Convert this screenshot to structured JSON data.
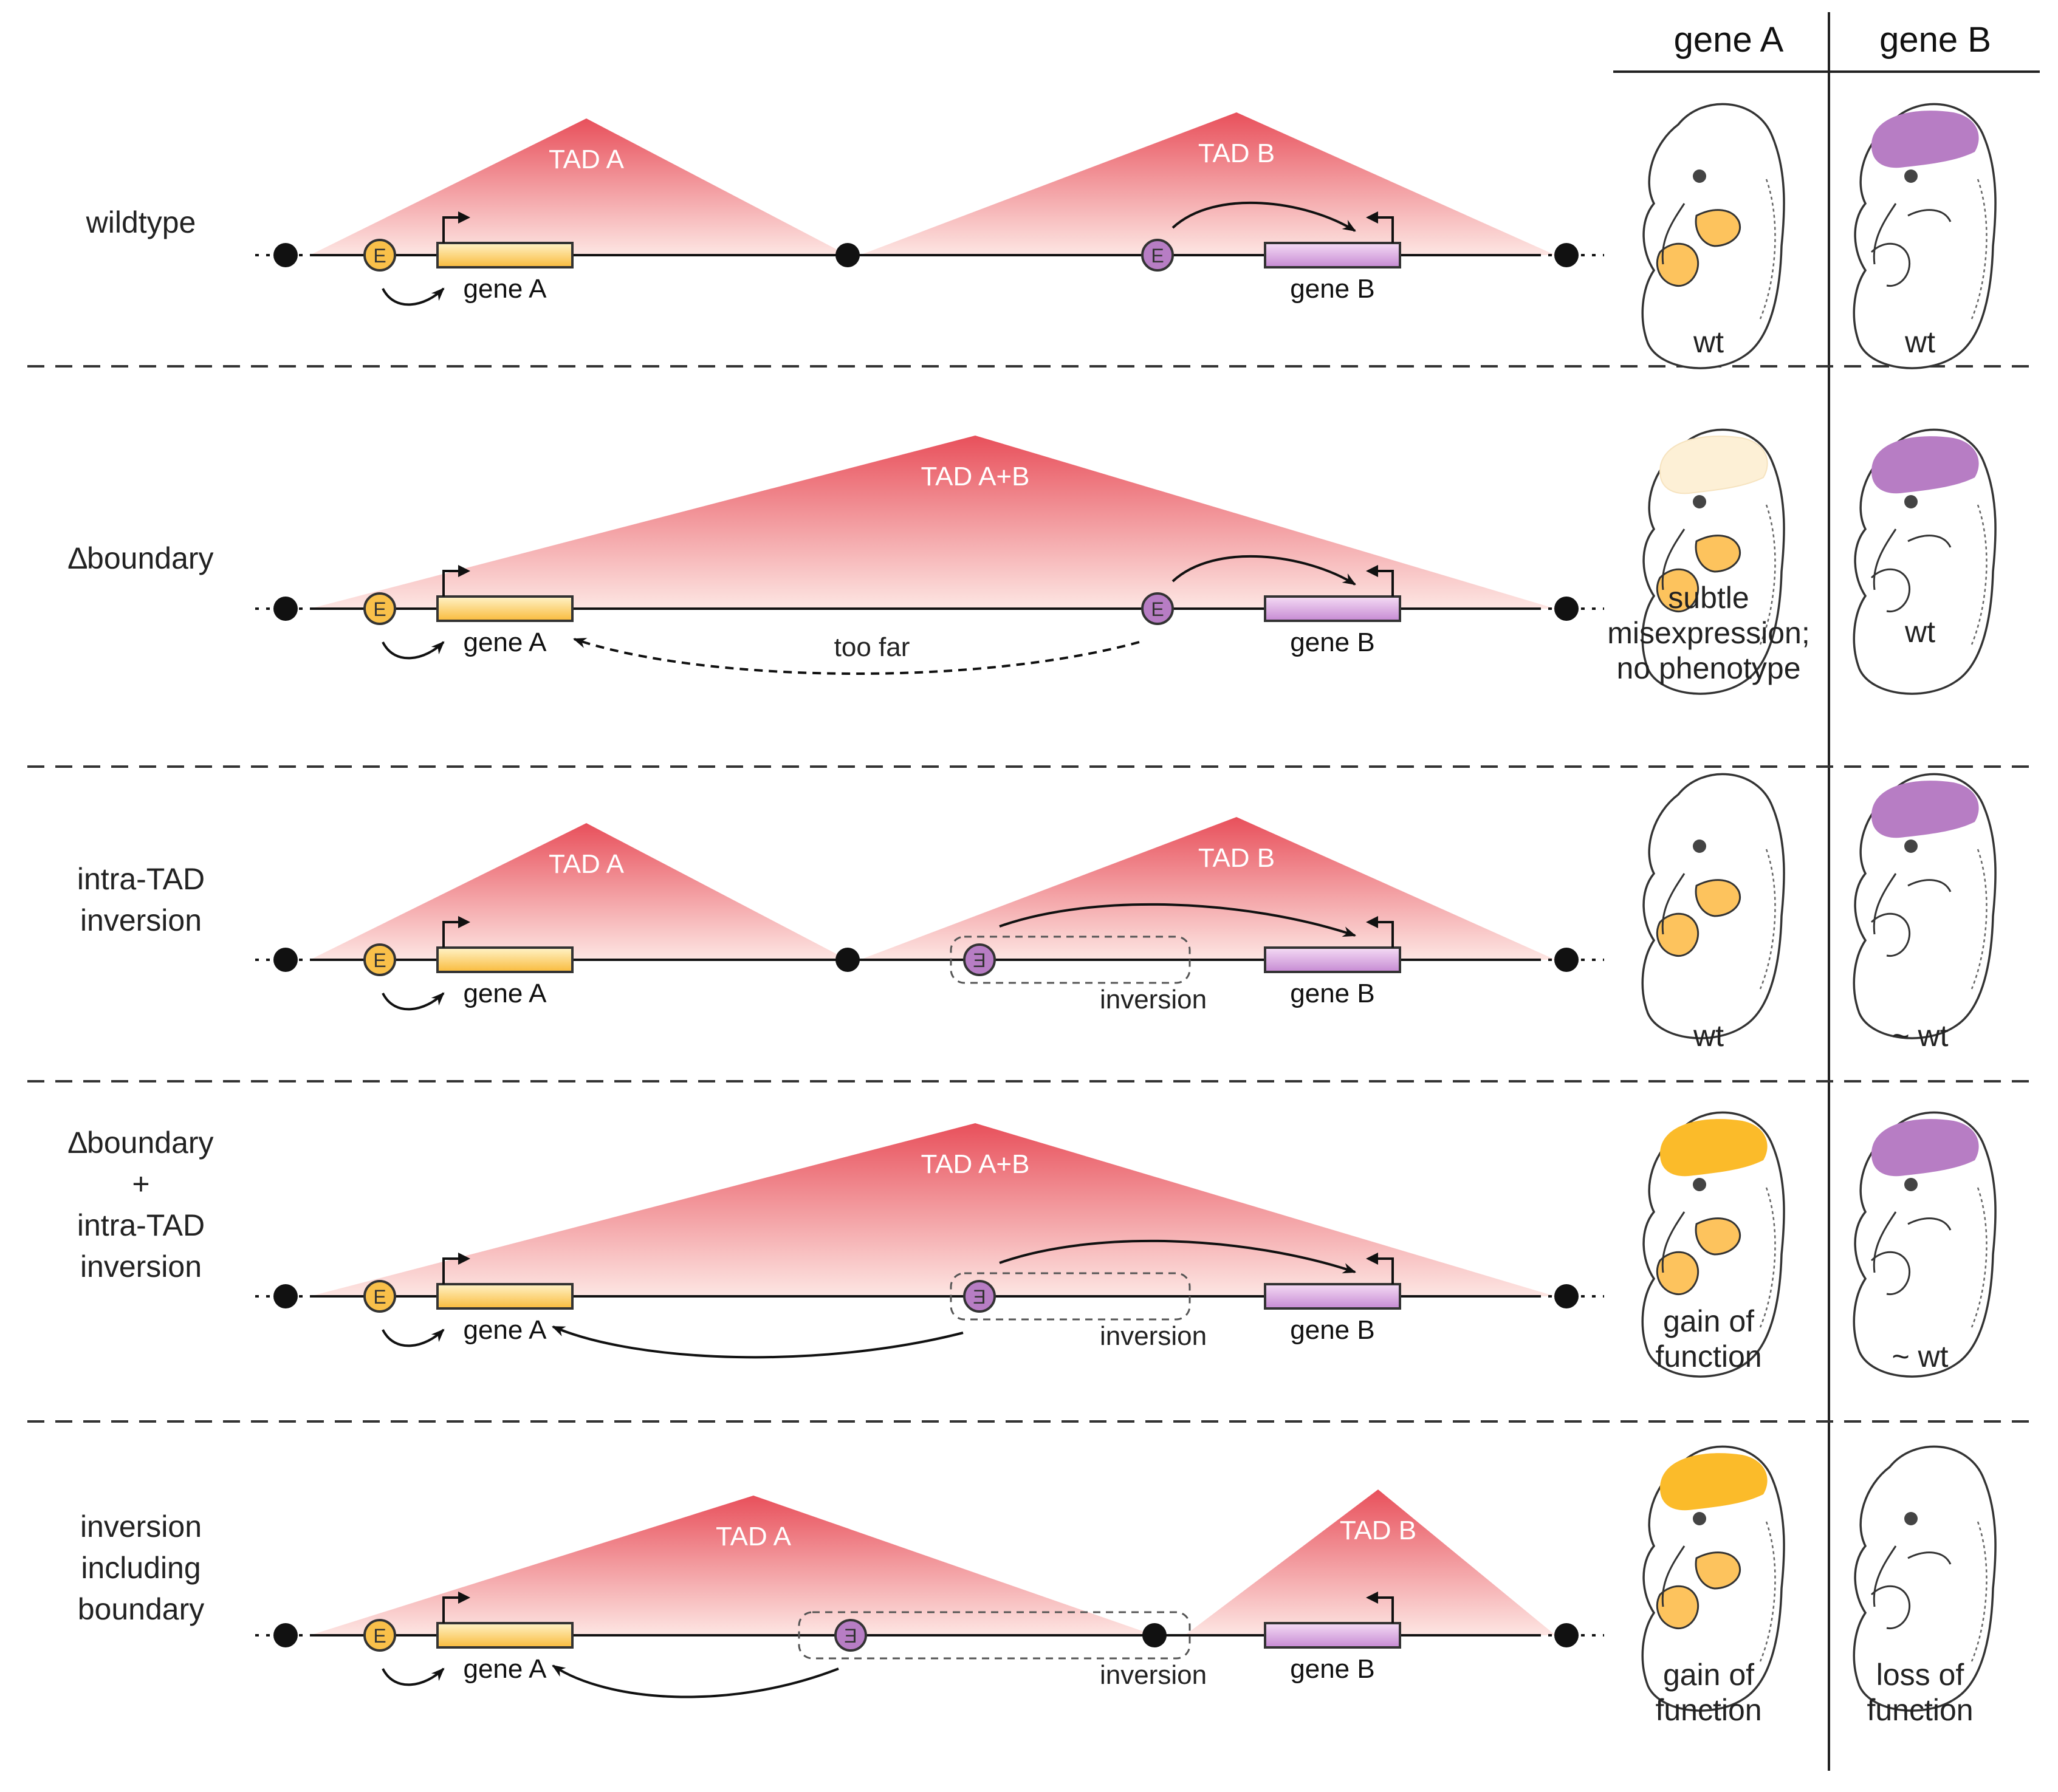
{
  "columns": {
    "gene_a": "gene A",
    "gene_b": "gene B"
  },
  "labels": {
    "gene_a": "gene A",
    "gene_b": "gene B",
    "enhancer": "E",
    "inversion": "inversion",
    "too_far": "too far"
  },
  "colors": {
    "tad": "#e8505b",
    "gene_a": "#fdc04a",
    "gene_b": "#b77dc4",
    "enhancer_a": "#f9c04a",
    "enhancer_b": "#b77dc4",
    "boundary": "#111111"
  },
  "rows": [
    {
      "id": "wildtype",
      "title_lines": [
        "wildtype"
      ],
      "tads": [
        "TAD A",
        "TAD B"
      ],
      "gene_a_result": [
        "wt"
      ],
      "gene_b_result": [
        "wt"
      ],
      "gene_a_expression": "normal",
      "gene_b_expression": "normal"
    },
    {
      "id": "delta-boundary",
      "title_lines": [
        "∆boundary"
      ],
      "tads": [
        "TAD A+B"
      ],
      "gene_a_result": [
        "subtle",
        "misexpression;",
        "no phenotype"
      ],
      "gene_b_result": [
        "wt"
      ],
      "gene_a_expression": "subtle",
      "gene_b_expression": "normal"
    },
    {
      "id": "intra-tad-inversion",
      "title_lines": [
        "intra-TAD",
        "inversion"
      ],
      "tads": [
        "TAD A",
        "TAD B"
      ],
      "gene_a_result": [
        "wt"
      ],
      "gene_b_result": [
        "~ wt"
      ],
      "gene_a_expression": "normal",
      "gene_b_expression": "normal"
    },
    {
      "id": "delta-boundary-plus-inversion",
      "title_lines": [
        "∆boundary",
        "+",
        "intra-TAD",
        "inversion"
      ],
      "tads": [
        "TAD A+B"
      ],
      "gene_a_result": [
        "gain of",
        "function"
      ],
      "gene_b_result": [
        "~ wt"
      ],
      "gene_a_expression": "gain",
      "gene_b_expression": "normal"
    },
    {
      "id": "inversion-including-boundary",
      "title_lines": [
        "inversion",
        "including",
        "boundary"
      ],
      "tads": [
        "TAD A",
        "TAD B"
      ],
      "gene_a_result": [
        "gain of",
        "function"
      ],
      "gene_b_result": [
        "loss of",
        "function"
      ],
      "gene_a_expression": "gain",
      "gene_b_expression": "loss"
    }
  ]
}
